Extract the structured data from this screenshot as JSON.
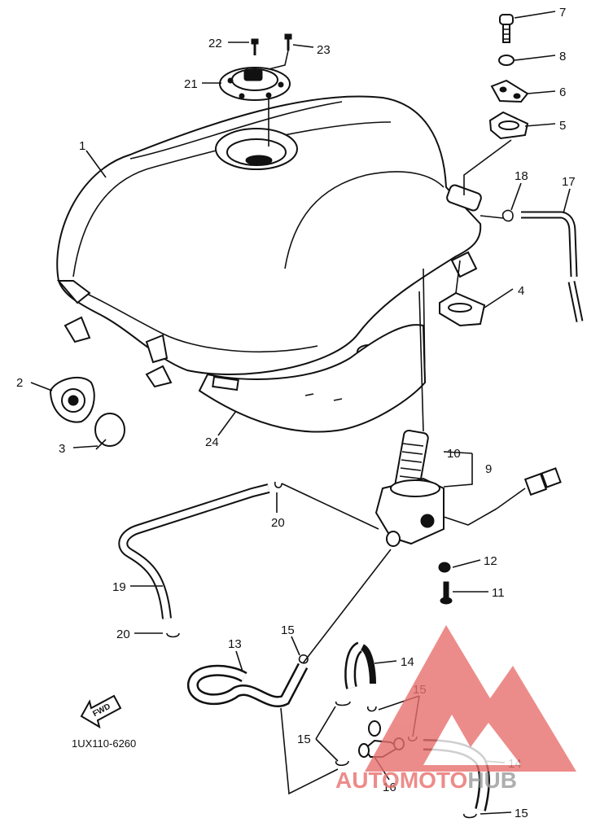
{
  "diagram": {
    "code": "1UX110-6260",
    "fwd_label": "FWD",
    "callouts": {
      "c1": "1",
      "c2": "2",
      "c3": "3",
      "c4": "4",
      "c5": "5",
      "c6": "6",
      "c7": "7",
      "c8": "8",
      "c9": "9",
      "c10": "10",
      "c11": "11",
      "c12": "12",
      "c13": "13",
      "c14a": "14",
      "c14b": "14",
      "c15a": "15",
      "c15b": "15",
      "c15c": "15",
      "c15d": "15",
      "c16": "16",
      "c17": "17",
      "c18": "18",
      "c19": "19",
      "c20a": "20",
      "c20b": "20",
      "c21": "21",
      "c22": "22",
      "c23": "23",
      "c24": "24"
    }
  },
  "watermark": {
    "text_auto": "AUTO",
    "text_moto": "MOTO",
    "text_hub": "HUB",
    "color_primary": "#e8706e",
    "color_secondary": "#9a9a9a"
  }
}
